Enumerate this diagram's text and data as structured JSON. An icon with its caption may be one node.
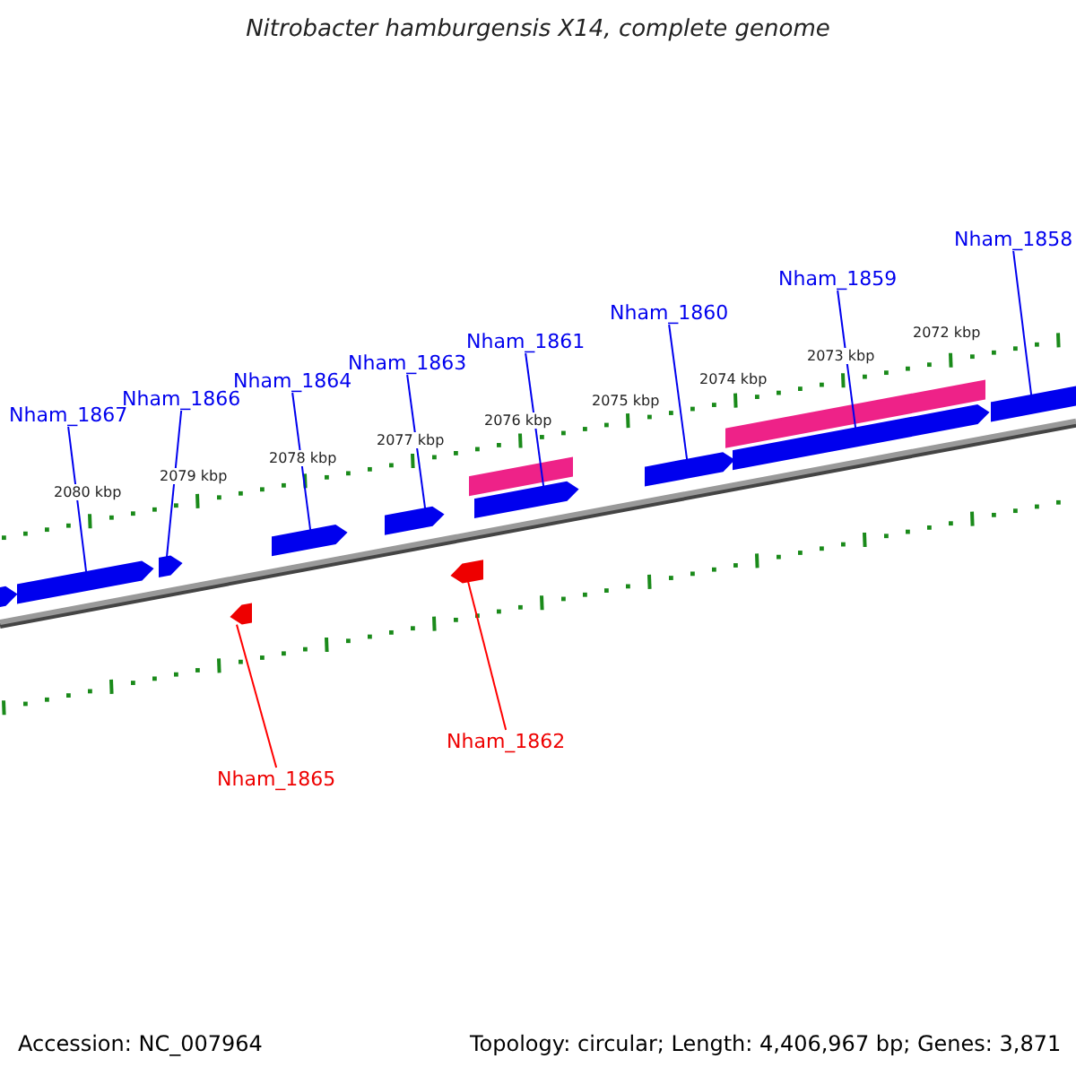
{
  "diagram": {
    "title": "Nitrobacter hamburgensis X14, complete genome",
    "nodes": [
      {
        "text": [
          "Nham_1867"
        ]
      },
      {
        "text": [
          "Nham_1866"
        ]
      },
      {
        "text": [
          "Nham_1864"
        ]
      },
      {
        "text": [
          "Nham_1863"
        ]
      },
      {
        "text": [
          "Nham_1861"
        ]
      },
      {
        "text": [
          "Nham_1860"
        ]
      },
      {
        "text": [
          "Nham_1859"
        ]
      },
      {
        "text": [
          "Nham_1858"
        ]
      },
      {
        "text": [
          "Nham_1865"
        ]
      },
      {
        "text": [
          "Nham_1862"
        ]
      },
      {
        "text": [],
        "shape": "pentagon"
      },
      {
        "text": [],
        "shape": "pentagon"
      },
      {
        "text": [],
        "shape": "pentagon"
      },
      {
        "text": [],
        "shape": "pentagon"
      },
      {
        "text": [],
        "shape": "pentagon"
      },
      {
        "text": [],
        "shape": "pentagon"
      },
      {
        "text": [],
        "shape": "pentagon"
      },
      {
        "text": [],
        "shape": "pentagon"
      },
      {
        "text": [],
        "shape": "pentagon"
      },
      {
        "text": [],
        "shape": "pentagon"
      },
      {
        "text": [],
        "shape": "pentagon"
      },
      {
        "text": [],
        "shape": "box"
      },
      {
        "text": [],
        "shape": "box"
      }
    ],
    "edges": [
      {
        "from": 0,
        "to": 10,
        "arrow": "none"
      },
      {
        "from": 1,
        "to": 11,
        "arrow": "none"
      },
      {
        "from": 2,
        "to": 12,
        "arrow": "none"
      },
      {
        "from": 3,
        "to": 13,
        "arrow": "none"
      },
      {
        "from": 4,
        "to": 14,
        "arrow": "none"
      },
      {
        "from": 5,
        "to": 15,
        "arrow": "none"
      },
      {
        "from": 6,
        "to": 16,
        "arrow": "none"
      },
      {
        "from": 7,
        "to": 17,
        "arrow": "none"
      },
      {
        "from": 8,
        "to": 18,
        "arrow": "none",
        "color": "#ff0000"
      },
      {
        "from": 9,
        "to": 19,
        "arrow": "none",
        "color": "#ff0000"
      }
    ],
    "labels": [
      "2080 kbp",
      "2079 kbp",
      "2078 kbp",
      "2077 kbp",
      "2076 kbp",
      "2075 kbp",
      "2074 kbp",
      "2073 kbp",
      "2072 kbp",
      "Accession: NC_007964",
      "Topology: circular; Length: 4,406,967 bp; Genes: 3,871"
    ]
  }
}
